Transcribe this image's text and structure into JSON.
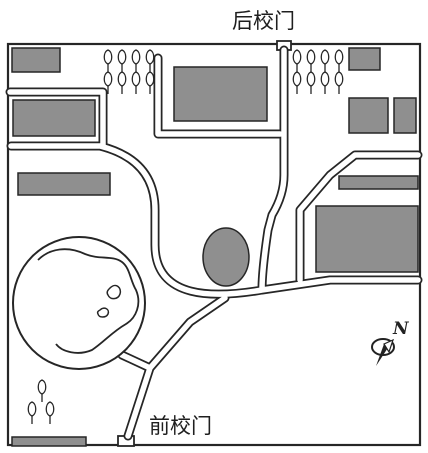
{
  "map": {
    "labels": {
      "back_gate": "后校门",
      "front_gate": "前校门",
      "north": "N"
    },
    "colors": {
      "building_fill": "#8f8f8f",
      "stroke": "#262626",
      "background": "#ffffff"
    },
    "icons": {
      "compass": "compass-rose-icon",
      "tree": "tree-icon",
      "pond": "pond-icon"
    }
  }
}
